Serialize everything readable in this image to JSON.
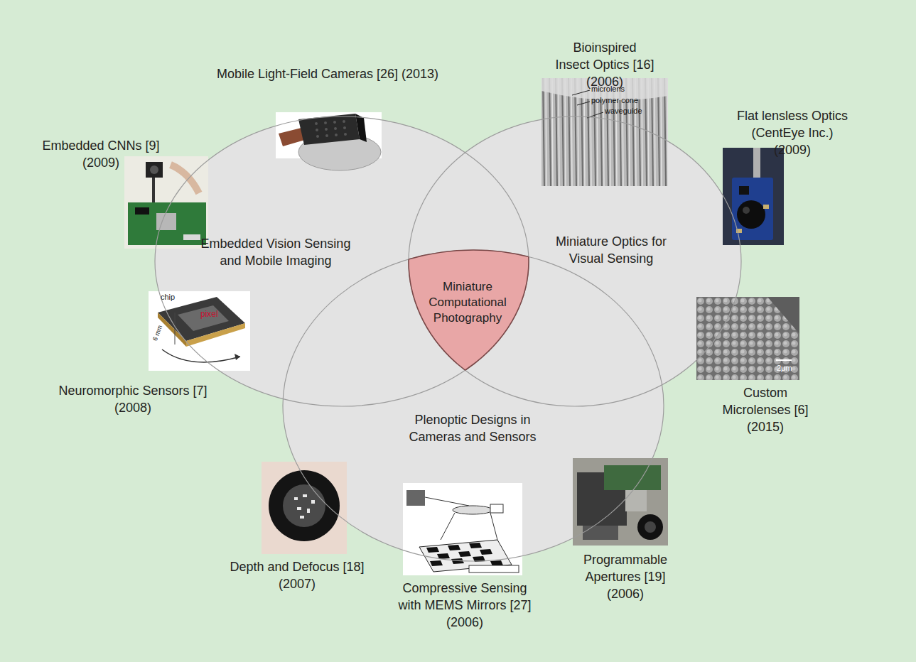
{
  "diagram": {
    "nodes": [
      {
        "text": [
          "Embedded Vision Sensing and Mobile Imaging"
        ]
      },
      {
        "text": [
          "Miniature Optics for Visual Sensing"
        ]
      },
      {
        "text": [
          "Plenoptic Designs in Cameras and Sensors"
        ]
      },
      {
        "text": [
          "Miniature Computational Photography"
        ]
      }
    ],
    "labels": [
      "Mobile Light-Field Cameras [26] (2013)",
      "Bioinspired Insect Optics [16] (2006)",
      "Flat lensless Optics (CentEye Inc.) (2009)",
      "Embedded CNNs [9] (2009)",
      "Neuromorphic Sensors [7] (2008)",
      "Custom Microlenses [6] (2015)",
      "Depth and Defocus [18] (2007)",
      "Compressive Sensing with MEMS Mirrors [27] (2006)",
      "Programmable Apertures [19] (2006)",
      "microlens",
      "polymer cone",
      "waveguide",
      "2μm",
      "chip",
      "pixel",
      "6 mm"
    ]
  }
}
